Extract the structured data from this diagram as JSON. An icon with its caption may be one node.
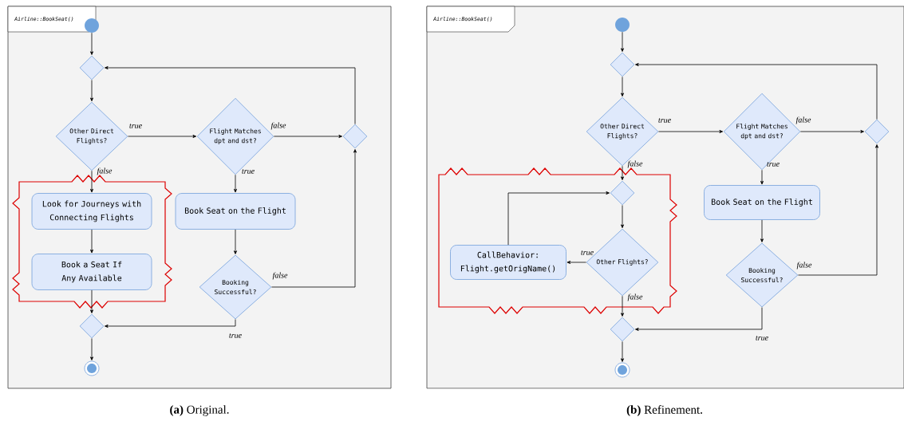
{
  "diagram": {
    "nodes": [
      {
        "text": [
          "Airline::BookSeat()"
        ]
      },
      {
        "text": [],
        "shape": "circle",
        "in": 0
      },
      {
        "text": [],
        "shape": "diamond",
        "in": 0
      },
      {
        "text": [
          "Other Direct Flights?"
        ],
        "in": 0
      },
      {
        "text": [
          "Flight Matches dpt and dst?"
        ],
        "in": 0
      },
      {
        "text": [],
        "shape": "diamond",
        "in": 0
      },
      {
        "text": [],
        "shape": "box",
        "in": 0
      },
      {
        "text": [
          "Look for Journeys with Connecting Flights"
        ],
        "in": 6
      },
      {
        "text": [
          "Book a Seat If Any Available"
        ],
        "in": 6
      },
      {
        "text": [
          "Book Seat on the Flight"
        ],
        "in": 0
      },
      {
        "text": [
          "Booking Successful?"
        ],
        "in": 0
      },
      {
        "text": [],
        "shape": "diamond",
        "in": 0
      },
      {
        "text": [],
        "shape": "circle",
        "in": 0
      },
      {
        "text": [
          "Airline::BookSeat()"
        ]
      },
      {
        "text": [],
        "shape": "circle",
        "in": 13
      },
      {
        "text": [],
        "shape": "diamond",
        "in": 13
      },
      {
        "text": [
          "Other Direct Flights?"
        ],
        "in": 13
      },
      {
        "text": [
          "Flight Matches dpt and dst?"
        ],
        "in": 13
      },
      {
        "text": [],
        "shape": "diamond",
        "in": 13
      },
      {
        "text": [],
        "shape": "box",
        "in": 13
      },
      {
        "text": [],
        "shape": "diamond",
        "in": 19
      },
      {
        "text": [
          "CallBehavior: Flight.getOrigName()"
        ],
        "in": 19
      },
      {
        "text": [
          "Other Flights?"
        ],
        "in": 19
      },
      {
        "text": [
          "Book Seat on the Flight"
        ],
        "in": 13
      },
      {
        "text": [
          "Booking Successful?"
        ],
        "in": 13
      },
      {
        "text": [],
        "shape": "diamond",
        "in": 13
      },
      {
        "text": [],
        "shape": "circle",
        "in": 13
      }
    ],
    "edges": [
      {
        "from": 1,
        "to": 2,
        "arrow": "to"
      },
      {
        "from": 2,
        "to": 3,
        "arrow": "to"
      },
      {
        "from": 3,
        "to": 4,
        "arrow": "to",
        "label": "true"
      },
      {
        "from": 4,
        "to": 5,
        "arrow": "to",
        "label": "false"
      },
      {
        "from": 3,
        "to": 7,
        "arrow": "to",
        "label": "false"
      },
      {
        "from": 4,
        "to": 9,
        "arrow": "to",
        "label": "true"
      },
      {
        "from": 7,
        "to": 8,
        "arrow": "to"
      },
      {
        "from": 8,
        "to": 11,
        "arrow": "to"
      },
      {
        "from": 9,
        "to": 10,
        "arrow": "to"
      },
      {
        "from": 10,
        "to": 5,
        "arrow": "to",
        "label": "false"
      },
      {
        "from": 10,
        "to": 11,
        "arrow": "to",
        "label": "true"
      },
      {
        "from": 5,
        "to": 2,
        "arrow": "to"
      },
      {
        "from": 11,
        "to": 12,
        "arrow": "to"
      },
      {
        "from": 14,
        "to": 15,
        "arrow": "to"
      },
      {
        "from": 15,
        "to": 16,
        "arrow": "to"
      },
      {
        "from": 16,
        "to": 17,
        "arrow": "to",
        "label": "true"
      },
      {
        "from": 17,
        "to": 18,
        "arrow": "to",
        "label": "false"
      },
      {
        "from": 16,
        "to": 20,
        "arrow": "to",
        "label": "false"
      },
      {
        "from": 17,
        "to": 23,
        "arrow": "to",
        "label": "true"
      },
      {
        "from": 23,
        "to": 24,
        "arrow": "to"
      },
      {
        "from": 24,
        "to": 18,
        "arrow": "to",
        "label": "false"
      },
      {
        "from": 24,
        "to": 25,
        "arrow": "to",
        "label": "true"
      },
      {
        "from": 18,
        "to": 15,
        "arrow": "to"
      },
      {
        "from": 20,
        "to": 22,
        "arrow": "to"
      },
      {
        "from": 22,
        "to": 21,
        "arrow": "to",
        "label": "true"
      },
      {
        "from": 21,
        "to": 20,
        "arrow": "to"
      },
      {
        "from": 22,
        "to": 25,
        "arrow": "to",
        "label": "false"
      },
      {
        "from": 25,
        "to": 26,
        "arrow": "to"
      }
    ],
    "labels": [
      "**(a)** Original.",
      "**(b)** Refinement."
    ]
  }
}
